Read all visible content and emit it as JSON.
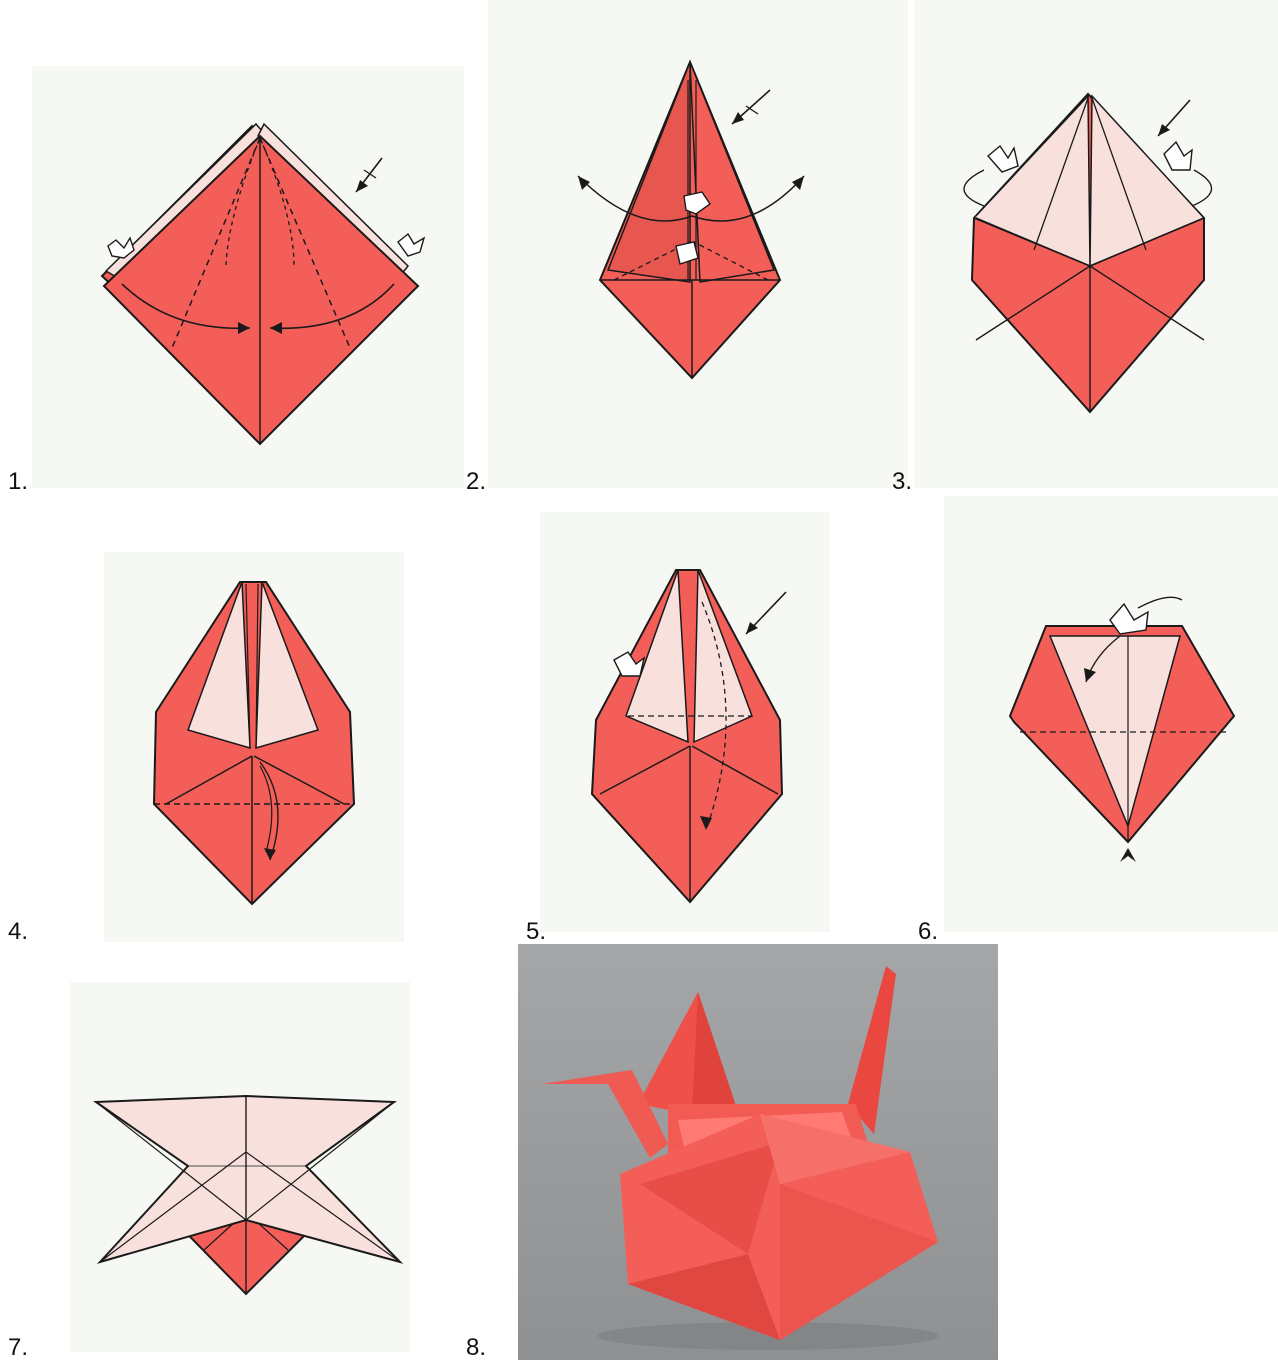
{
  "colors": {
    "paper_red": "#f35f58",
    "paper_pink": "#f8e0dd",
    "outline": "#1a1a1a",
    "panel_bg": "#f6f8f4",
    "photo_bg": "#9a9c9e"
  },
  "steps": [
    {
      "label": "1."
    },
    {
      "label": "2."
    },
    {
      "label": "3."
    },
    {
      "label": "4."
    },
    {
      "label": "5."
    },
    {
      "label": "6."
    },
    {
      "label": "7."
    },
    {
      "label": "8."
    }
  ],
  "icons": [
    "push-arrow-icon",
    "fold-arrow-icon",
    "squash-star-icon",
    "turn-over-arrow-icon"
  ]
}
